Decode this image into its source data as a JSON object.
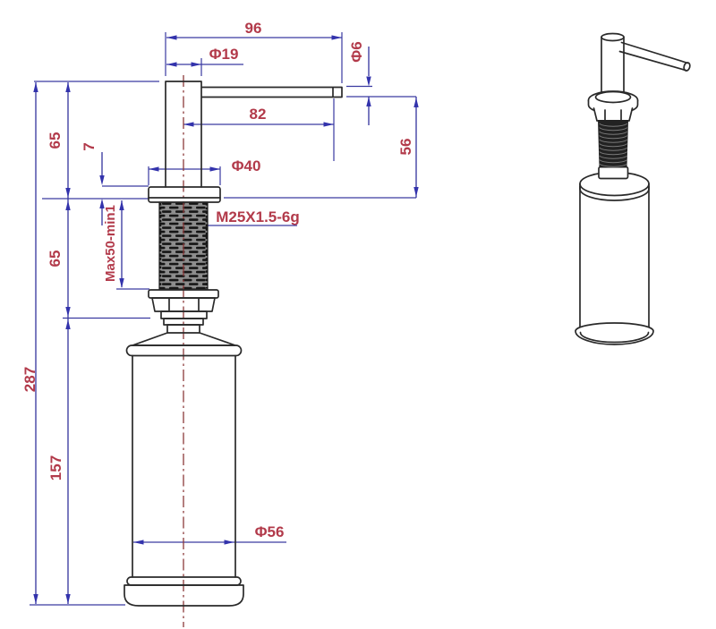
{
  "title": "Soap dispenser pump technical drawing",
  "views": {
    "front": "dimensioned orthographic front view",
    "perspective": "isometric line rendering"
  },
  "colors": {
    "background": "#ffffff",
    "outline": "#2a2a2a",
    "dimension_line": "#3a3aa0",
    "dimension_text": "#b23a4a",
    "centerline": "#8b3a3a",
    "thread_fill": "#8d8d8d"
  },
  "dimensions": {
    "spout_length": "96",
    "head_diameter": "Φ19",
    "spout_tube_diameter": "Φ6",
    "spout_center_to_tip": "82",
    "height_above_deck": "56",
    "head_section_height": "65",
    "flange_thickness": "7",
    "flange_diameter": "Φ40",
    "thread_spec": "M25X1.5-6g",
    "thread_adjustment": "Max50-min1",
    "thread_section_height": "65",
    "overall_height": "287",
    "bottle_height": "157",
    "bottle_diameter": "Φ56"
  }
}
